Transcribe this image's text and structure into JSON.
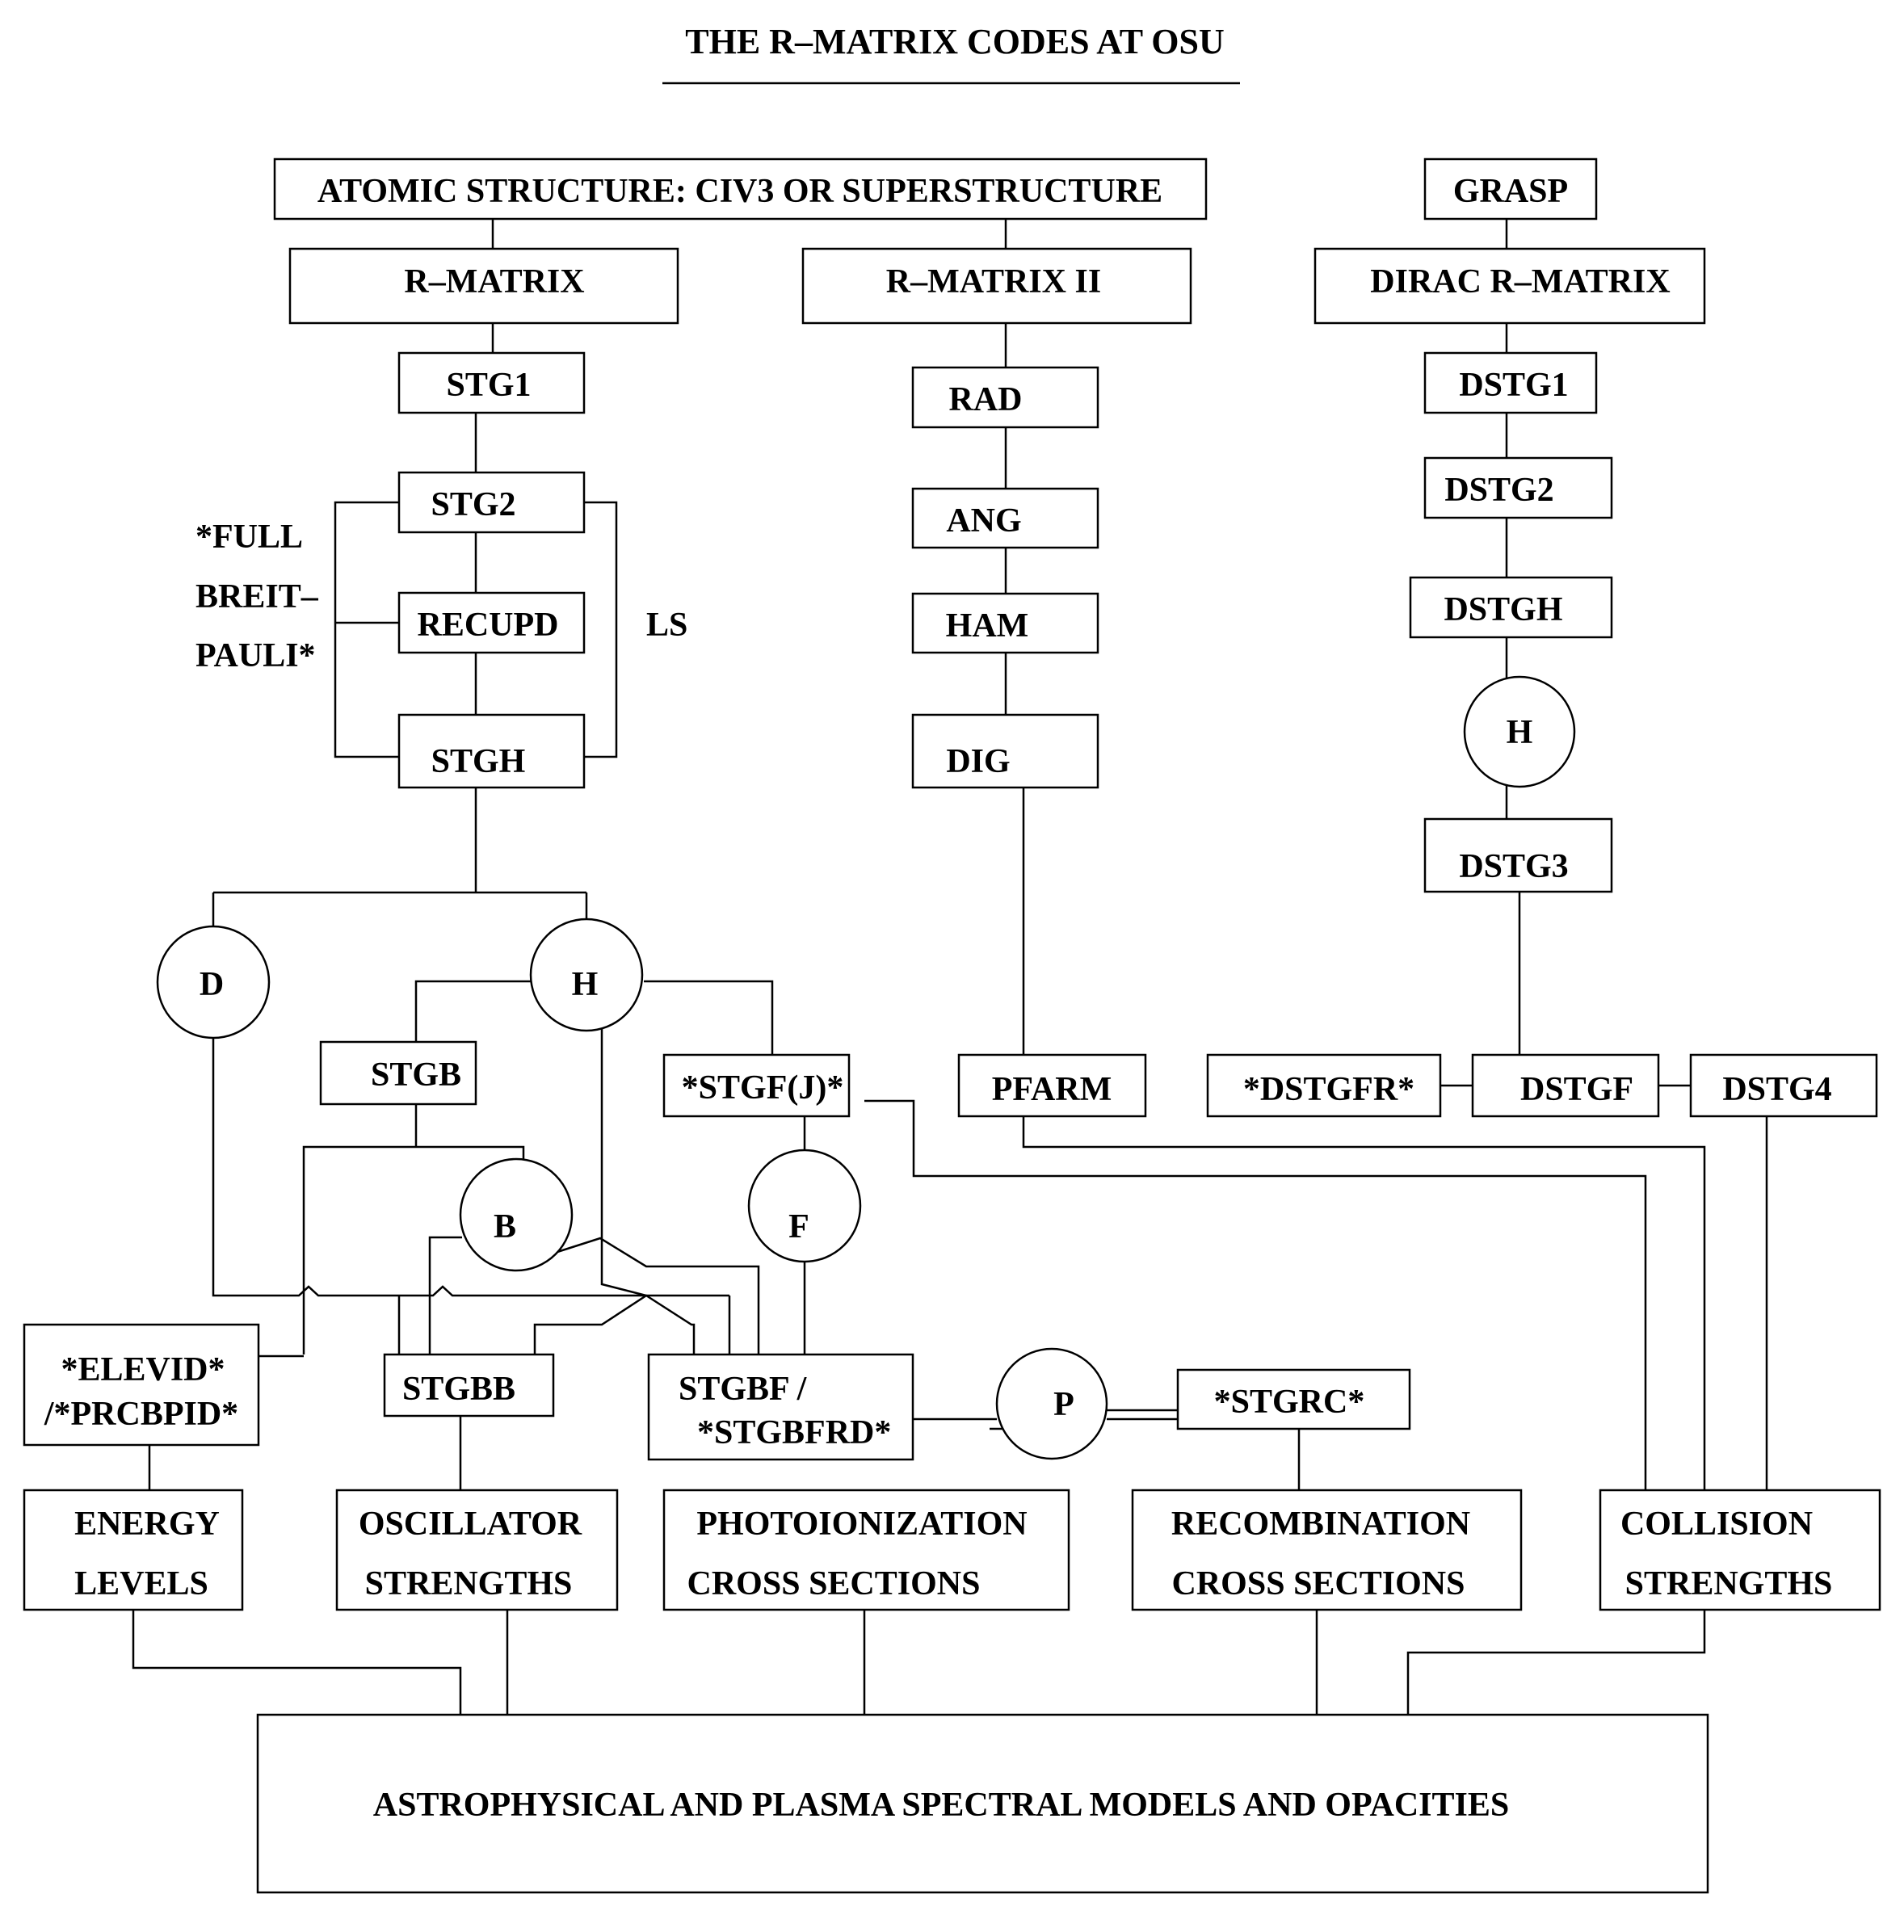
{
  "title": "THE R–MATRIX CODES AT OSU",
  "boxes": {
    "atomic": "ATOMIC STRUCTURE: CIV3 OR SUPERSTRUCTURE",
    "grasp": "GRASP",
    "rmatrix": "R–MATRIX",
    "rmatrix2": "R–MATRIX II",
    "dirac": "DIRAC R–MATRIX",
    "stg1": "STG1",
    "stg2": "STG2",
    "recupd": "RECUPD",
    "stgh": "STGH",
    "rad": "RAD",
    "ang": "ANG",
    "ham": "HAM",
    "dig": "DIG",
    "dstg1": "DSTG1",
    "dstg2": "DSTG2",
    "dstgh": "DSTGH",
    "dstg3": "DSTG3",
    "stgb": "STGB",
    "stgfj": "*STGF(J)*",
    "pfarm": "PFARM",
    "dstgfr": "*DSTGFR*",
    "dstgf": "DSTGF",
    "dstg4": "DSTG4",
    "elevid_1": "*ELEVID*",
    "elevid_2": "/*PRCBPID*",
    "stgbb": "STGBB",
    "stgbf_1": "STGBF /",
    "stgbf_2": "*STGBFRD*",
    "stgrc": "*STGRC*",
    "energy_1": "ENERGY",
    "energy_2": "LEVELS",
    "osc_1": "OSCILLATOR",
    "osc_2": "STRENGTHS",
    "photo_1": "PHOTOIONIZATION",
    "photo_2": "CROSS SECTIONS",
    "recomb_1": "RECOMBINATION",
    "recomb_2": "CROSS SECTIONS",
    "coll_1": "COLLISION",
    "coll_2": "STRENGTHS",
    "astro": "ASTROPHYSICAL AND PLASMA SPECTRAL MODELS AND OPACITIES"
  },
  "circles": {
    "h_dirac": "H",
    "d": "D",
    "h_main": "H",
    "b": "B",
    "f": "F",
    "p": "P"
  },
  "labels": {
    "breit_1": "*FULL",
    "breit_2": "BREIT–",
    "breit_3": "PAULI*",
    "ls": "LS"
  }
}
